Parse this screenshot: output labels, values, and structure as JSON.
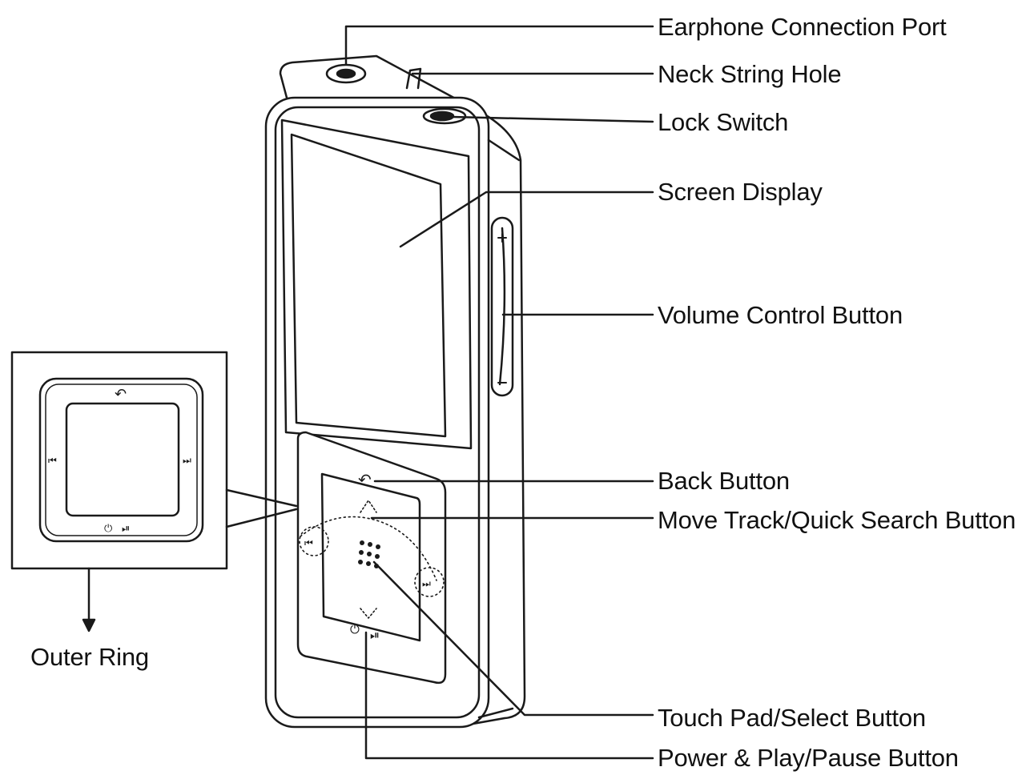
{
  "labels": {
    "earphone_port": "Earphone Connection Port",
    "neck_string_hole": "Neck String Hole",
    "lock_switch": "Lock Switch",
    "screen_display": "Screen Display",
    "volume_control": "Volume Control Button",
    "back_button": "Back Button",
    "move_track": "Move Track/Quick Search Button",
    "touch_pad": "Touch Pad/Select Button",
    "power_play": "Power & Play/Pause Button",
    "outer_ring": "Outer Ring"
  },
  "glyphs": {
    "back": "↶",
    "prev": "⏮",
    "next": "⏭",
    "power": "⏻",
    "play_pause": "⏯",
    "volume_plus": "+",
    "volume_minus": "−"
  },
  "colors": {
    "stroke": "#1a1a1a",
    "background": "#ffffff"
  }
}
